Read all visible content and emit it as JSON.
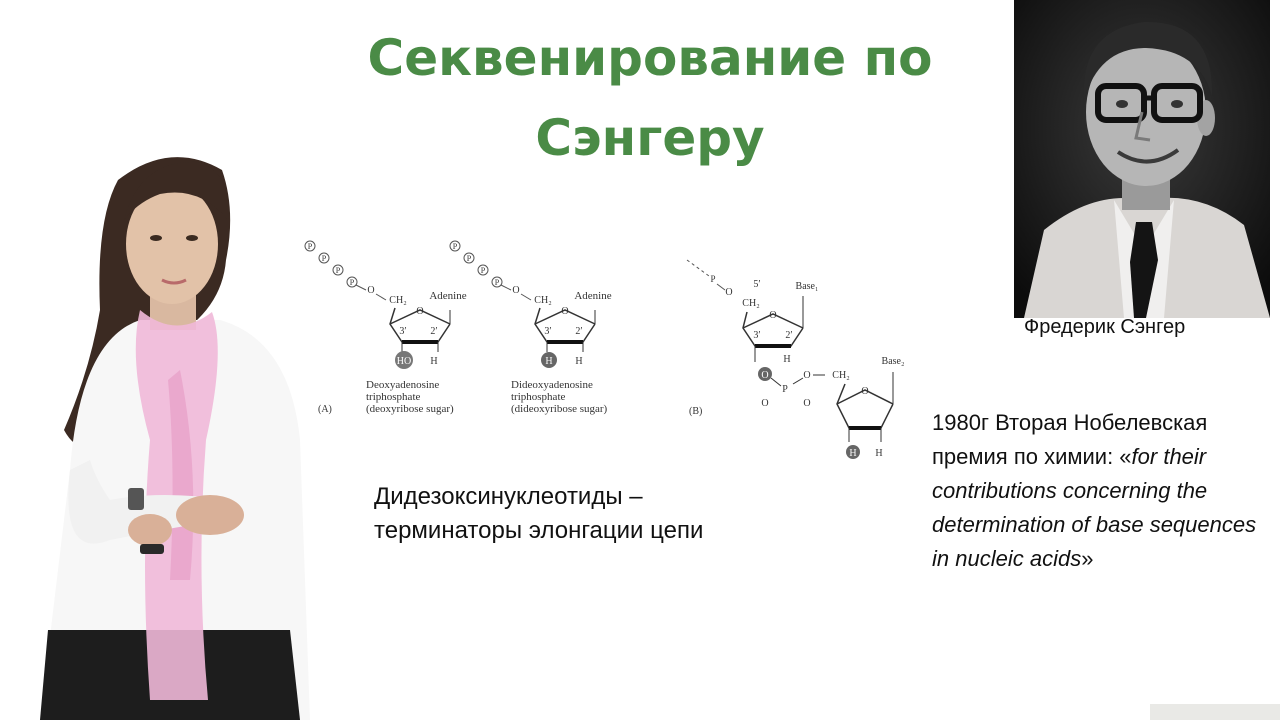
{
  "slide": {
    "title_line1": "Секвенирование по",
    "title_line2": "Сэнгеру"
  },
  "portrait": {
    "caption": "Фредерик Сэнгер"
  },
  "schema": {
    "panel_a_label": "(A)",
    "panel_b_label": "(B)",
    "phosphate_label": "P",
    "ch2_label": "CH₂",
    "oxygen_label": "O",
    "base_label_a": "Adenine",
    "carbon3_label": "3′",
    "carbon2_label": "2′",
    "hydroxyl_label": "HO",
    "hydrogen_label": "H",
    "molecule1_line1": "Deoxyadenosine",
    "molecule1_line2": "triphosphate",
    "molecule1_line3": "(deoxyribose sugar)",
    "molecule2_line1": "Dideoxyadenosine",
    "molecule2_line2": "triphosphate",
    "molecule2_line3": "(dideoxyribose sugar)",
    "carbon5_label": "5′",
    "base1_label": "Base₁",
    "base2_label": "Base₂",
    "oxygen_o_label": "O"
  },
  "notes": {
    "terminators_line1": "Дидезоксинуклеотиды –",
    "terminators_line2": "терминаторы элонгации цепи",
    "nobel_prefix": "1980г Вторая Нобелевская премия по химии: «",
    "nobel_quote": "for their contributions concerning the determination of base sequences in nucleic acids",
    "nobel_suffix": "»"
  },
  "colors": {
    "title_green": "#4a8b46",
    "scarf_pink": "#f0b8d8"
  }
}
